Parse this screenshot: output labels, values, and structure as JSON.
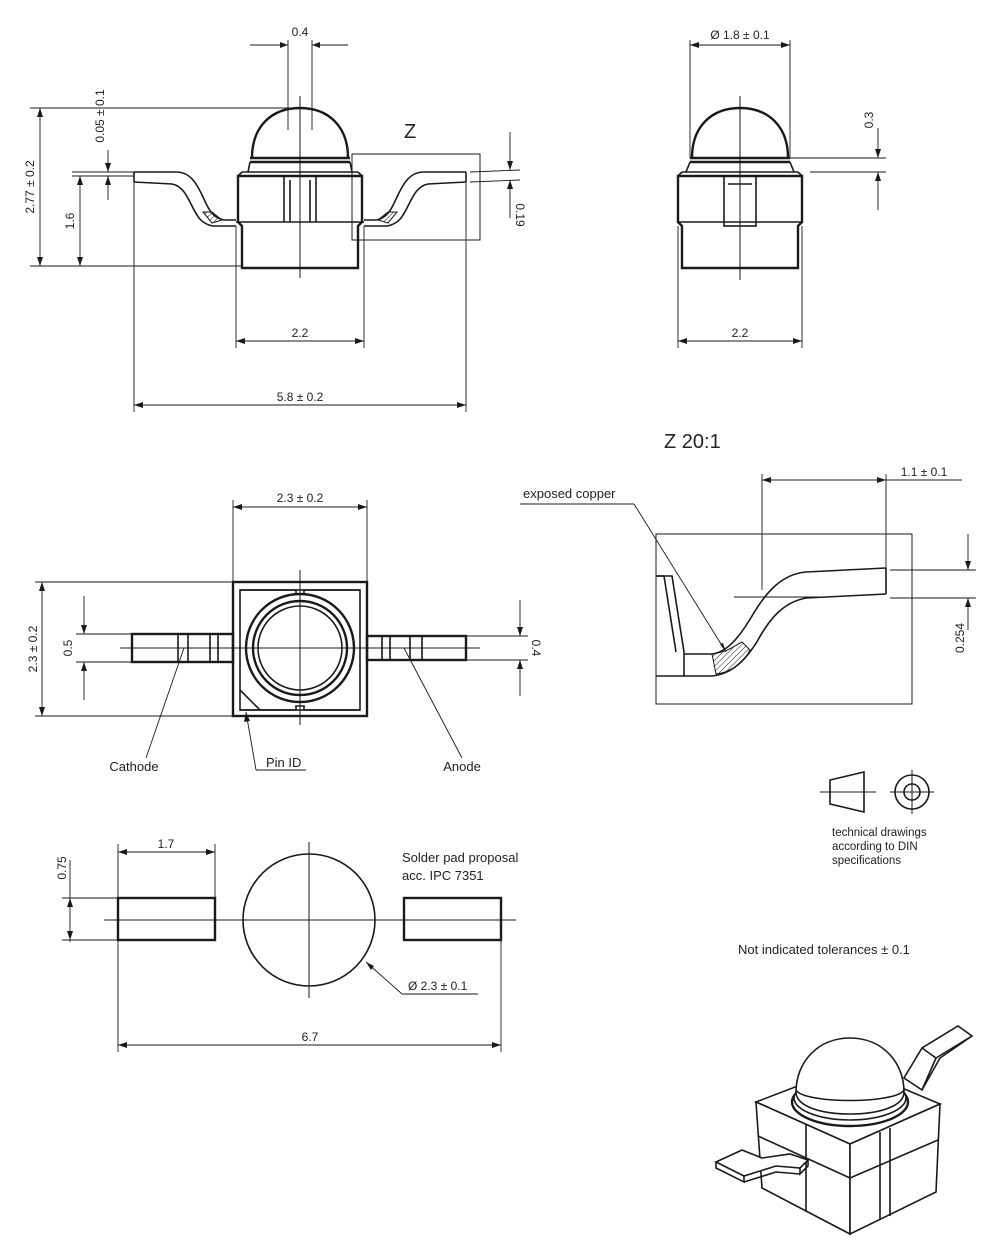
{
  "side_view": {
    "dim_top": "0.4",
    "dim_tol": "0.05 ± 0.1",
    "dim_total_height": "2.77 ± 0.2",
    "dim_height": "1.6",
    "dim_lead_thickness": "0.19",
    "dim_body_width": "2.2",
    "dim_overall_width": "5.8 ± 0.2",
    "detail_marker": "Z"
  },
  "front_view": {
    "dim_lens_diameter": "Ø 1.8 ± 0.1",
    "dim_lens_height": "0.3",
    "dim_body_width": "2.2"
  },
  "top_view": {
    "dim_body_width": "2.3 ± 0.2",
    "dim_body_height": "2.3 ± 0.2",
    "dim_left_lead": "0.5",
    "dim_right_lead": "0.4",
    "label_cathode": "Cathode",
    "label_pin_id": "Pin ID",
    "label_anode": "Anode"
  },
  "detail_z": {
    "title": "Z 20:1",
    "label_exposed_copper": "exposed copper",
    "dim_length": "1.1 ± 0.1",
    "dim_height": "0.254"
  },
  "projection_note": {
    "line1": "technical drawings",
    "line2": "according to DIN",
    "line3": "specifications"
  },
  "tolerance_note": "Not indicated tolerances ± 0.1",
  "solder_pad": {
    "title_line1": "Solder pad proposal",
    "title_line2": "acc. IPC 7351",
    "dim_pad_width": "1.7",
    "dim_pad_height": "0.75",
    "dim_circle": "Ø 2.3 ± 0.1",
    "dim_total": "6.7"
  }
}
